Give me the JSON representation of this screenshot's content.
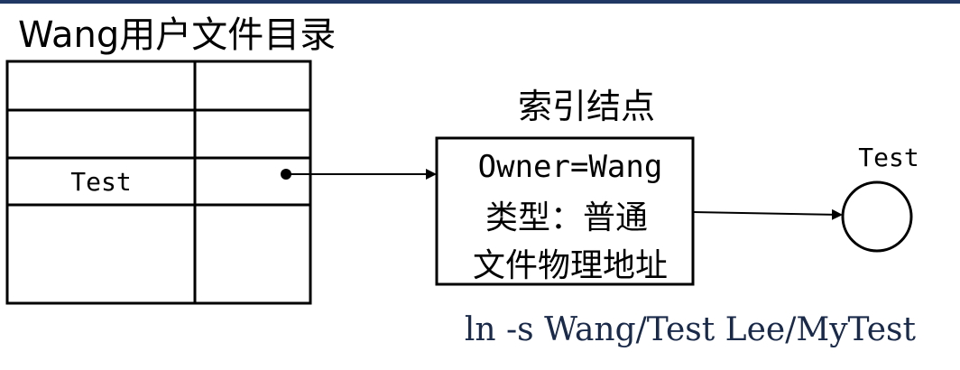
{
  "directory": {
    "title": "Wang用户文件目录",
    "rows": [
      {
        "name": "",
        "pointer": ""
      },
      {
        "name": "",
        "pointer": ""
      },
      {
        "name": "Test",
        "pointer": "•"
      },
      {
        "name": "",
        "pointer": ""
      }
    ]
  },
  "inode": {
    "title": "索引结点",
    "lines": [
      "Owner=Wang",
      "类型：普通",
      "文件物理地址"
    ]
  },
  "target": {
    "label": "Test"
  },
  "command": {
    "text": "ln -s Wang/Test Lee/MyTest"
  },
  "colors": {
    "border_top": "#1f3864",
    "command_text": "#1a2a4a"
  }
}
